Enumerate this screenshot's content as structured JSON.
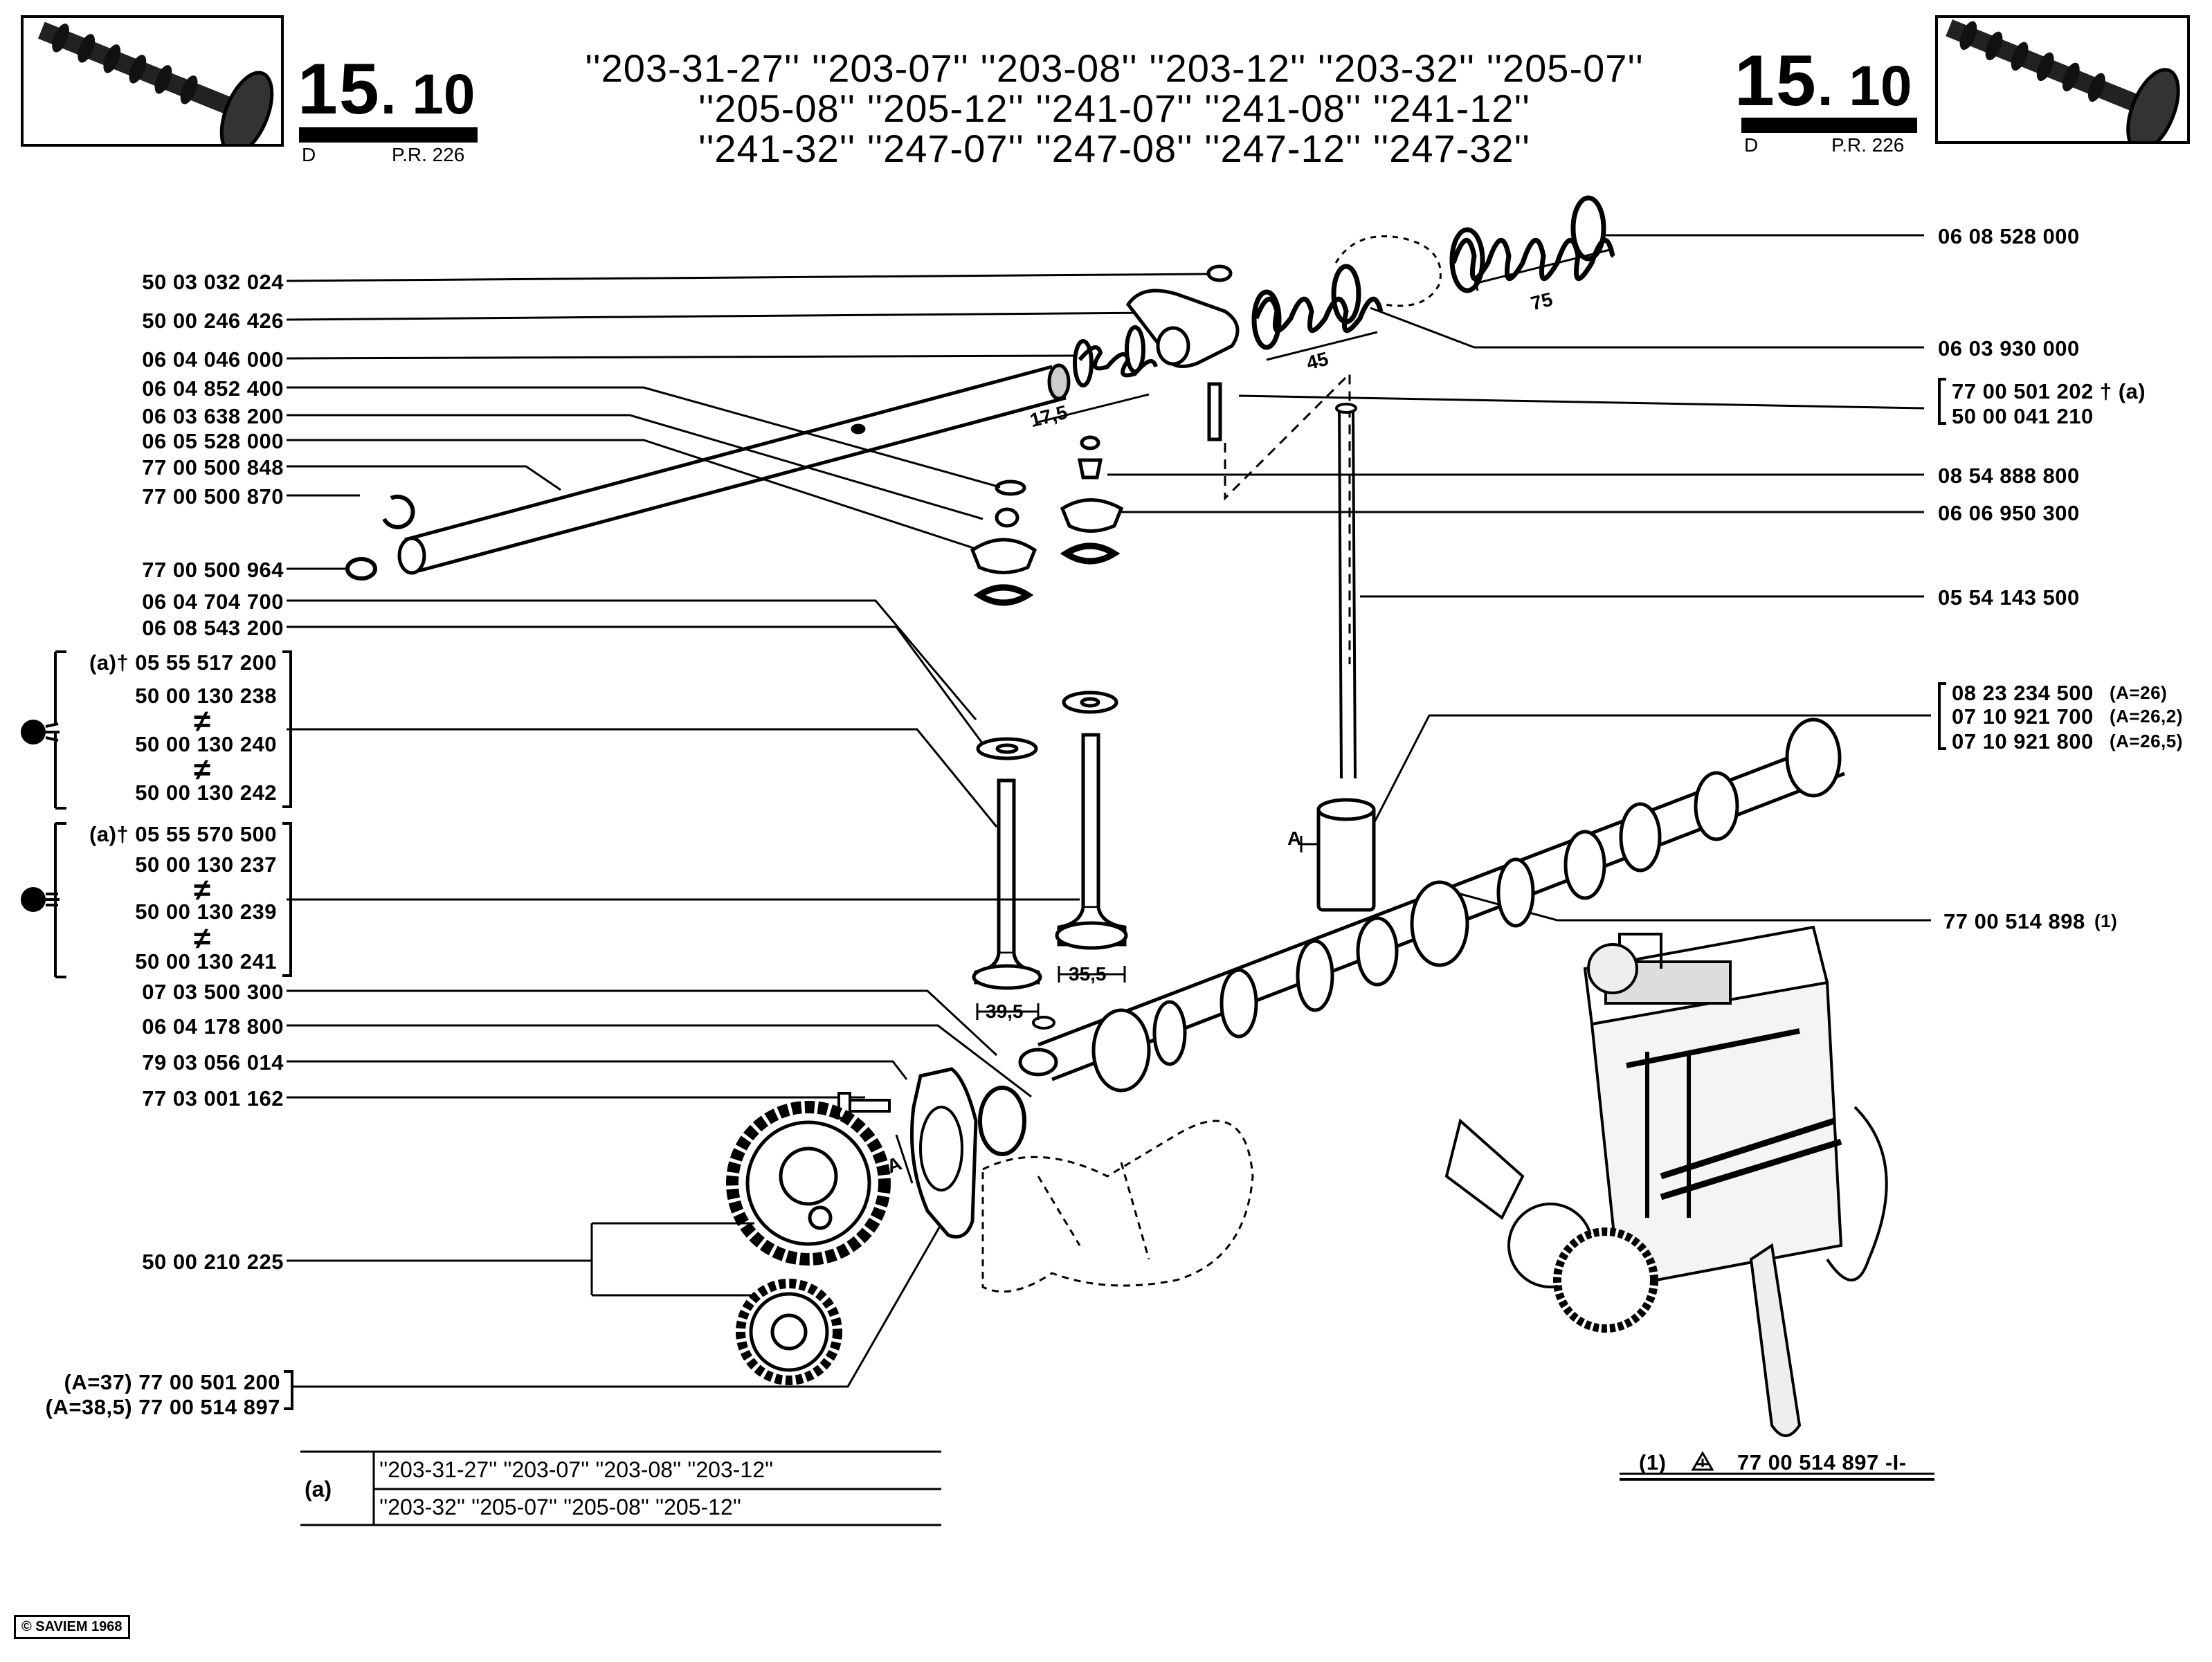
{
  "header": {
    "section_big": "15",
    "section_small": ". 10",
    "letter": "D",
    "ref": "P.R. 226",
    "model_lines": [
      "''203-31-27'' ''203-07'' ''203-08'' ''203-12'' ''203-32'' ''205-07''",
      "''205-08'' ''205-12'' ''241-07'' ''241-08'' ''241-12''",
      "''241-32'' ''247-07'' ''247-08'' ''247-12'' ''247-32''"
    ]
  },
  "left_labels": [
    "50 03 032 024",
    "50 00 246 426",
    "06 04 046 000",
    "06 04 852 400",
    "06 03 638 200",
    "06 05 528 000",
    "77 00 500 848",
    "77 00 500 870",
    "77 00 500 964",
    "06 04 704 700",
    "06 08 543 200"
  ],
  "group_exhaust": {
    "first": "(a)† 05 55 517 200",
    "items": [
      "50 00 130 238",
      "50 00 130 240",
      "50 00 130 242"
    ],
    "neq": "≠"
  },
  "group_intake": {
    "first": "(a)† 05 55 570 500",
    "items": [
      "50 00 130 237",
      "50 00 130 239",
      "50 00 130 241"
    ],
    "neq": "≠"
  },
  "left_labels_lower": [
    "07 03 500 300",
    "06 04 178 800",
    "79 03 056 014",
    "77 03 001 162",
    "50 00 210 225"
  ],
  "gear_variants": [
    "(A=37)  77 00 501 200",
    "(A=38,5) 77 00 514 897"
  ],
  "right_labels": {
    "r1": "06 08 528 000",
    "r2": "06 03 930 000",
    "r3a": "77 00 501 202 † (a)",
    "r3b": "50 00 041 210",
    "r4": "08 54 888 800",
    "r5": "06 06 950 300",
    "r6": "05 54 143 500",
    "tappet": [
      {
        "pn": "08 23 234 500",
        "note": "(A=26)"
      },
      {
        "pn": "07 10 921 700",
        "note": "(A=26,2)"
      },
      {
        "pn": "07 10 921 800",
        "note": "(A=26,5)"
      }
    ],
    "camshaft": "77 00 514 898",
    "camshaft_note": "(1)"
  },
  "dimensions": {
    "d75": "75",
    "d45": "45",
    "d175": "17,5",
    "d395": "39,5",
    "d355": "35,5",
    "dA": "A"
  },
  "footnote_table": {
    "key": "(a)",
    "row1": "''203-31-27''  ''203-07''  ''203-08''  ''203-12''",
    "row2": "''203-32''  ''205-07''  ''205-08''  ''205-12''"
  },
  "kit_note": {
    "ref": "(1)",
    "pn": "77 00 514 897 -I-"
  },
  "copyright": "© SAVIEM 1968"
}
